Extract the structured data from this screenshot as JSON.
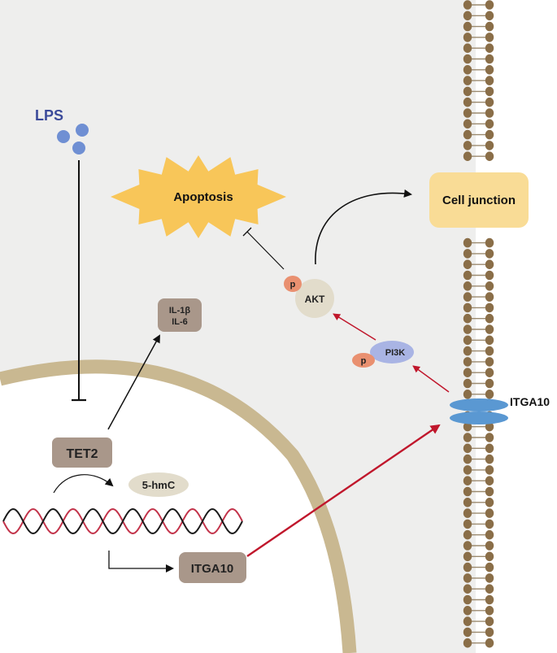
{
  "labels": {
    "lps": "LPS",
    "apoptosis": "Apoptosis",
    "cell_junction": "Cell junction",
    "akt": "AKT",
    "phospho_akt": "p",
    "pi3k": "PI3K",
    "phospho_pi3k": "p",
    "cytokine_1": "IL-1β",
    "cytokine_2": "IL-6",
    "itga10_membrane": "ITGA10",
    "tet2": "TET2",
    "hmc": "5-hmC",
    "itga10_gene": "ITGA10"
  },
  "colors": {
    "cytoplasm": "#eeeeed",
    "nucleus": "#ffffff",
    "nuclear_envelope": "#c9b891",
    "membrane_head": "#8a6e48",
    "membrane_tail": "#9b8a6f",
    "lps_particle": "#6f8fd3",
    "lps_text": "#3b4a9a",
    "apoptosis_star": "#f8c659",
    "junction_box": "#f9dc96",
    "akt_fill": "#e2dccb",
    "phospho": "#e99070",
    "pi3k_fill": "#a9b4e4",
    "protein_box": "#a9978a",
    "hmc_fill": "#e2dccb",
    "itga10_receptor": "#5a98d2",
    "red_arrow": "#c0172c",
    "dna_red": "#c2334a",
    "dna_black": "#1a1a1a"
  }
}
